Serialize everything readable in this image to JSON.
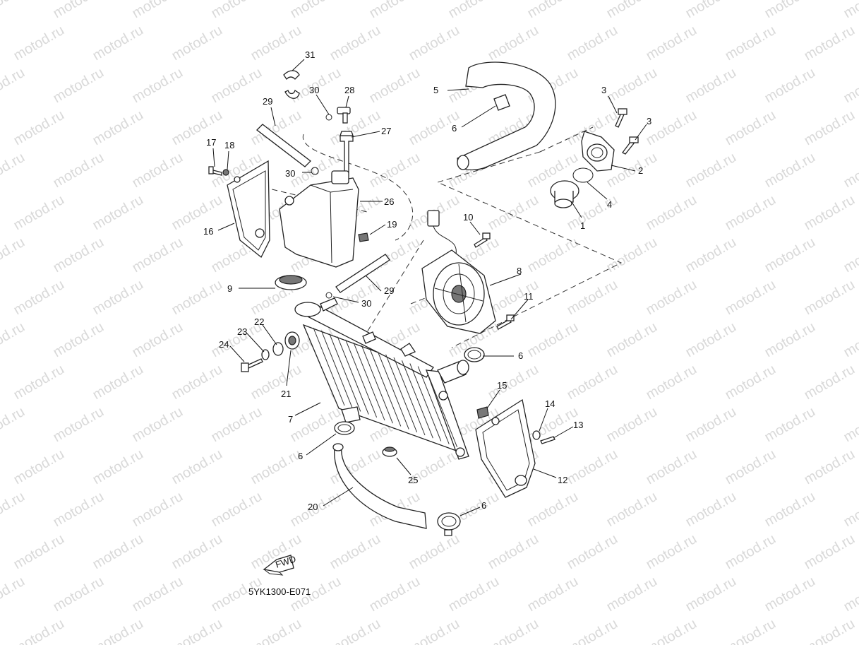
{
  "diagram": {
    "watermark": "motod.ru",
    "code": "5YK1300-E071",
    "fwd_label": "FWD",
    "labels": {
      "l1": "1",
      "l2": "2",
      "l3a": "3",
      "l3b": "3",
      "l4": "4",
      "l5": "5",
      "l6a": "6",
      "l6b": "6",
      "l6c": "6",
      "l6d": "6",
      "l7": "7",
      "l8": "8",
      "l9": "9",
      "l10": "10",
      "l11": "11",
      "l12": "12",
      "l13": "13",
      "l14": "14",
      "l15": "15",
      "l16": "16",
      "l17": "17",
      "l18": "18",
      "l19": "19",
      "l20": "20",
      "l21": "21",
      "l22": "22",
      "l23": "23",
      "l24": "24",
      "l25": "25",
      "l26": "26",
      "l27": "27",
      "l28": "28",
      "l29a": "29",
      "l29b": "29",
      "l30a": "30",
      "l30b": "30",
      "l30c": "30",
      "l31": "31"
    }
  }
}
